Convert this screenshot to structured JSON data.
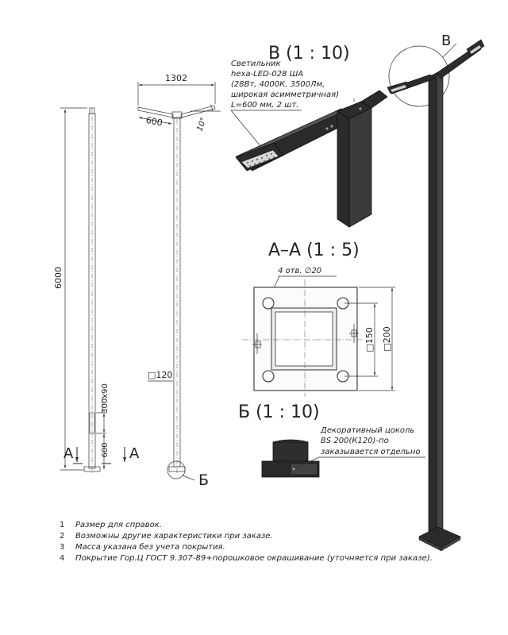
{
  "views": {
    "detail_b_top": "В (1 : 10)",
    "section_a": "А–А (1 : 5)",
    "detail_b_bottom": "Б (1 : 10)"
  },
  "labels": {
    "marker_b_cyr": "Б",
    "marker_a_left": "А",
    "marker_a_right": "А",
    "marker_v": "В"
  },
  "dimensions": {
    "span": "1302",
    "arm": "600",
    "angle": "10°",
    "height": "6000",
    "pole_section": "□120",
    "hatch": "300х90",
    "base_offset": "600",
    "holes": "4 отв. ∅20",
    "inner": "□150",
    "outer": "□200"
  },
  "luminaire": {
    "line1": "Светильник",
    "line2": "hexa-LED-028 ША",
    "line3": "(28Вт, 4000К, 3500Лм,",
    "line4": "широкая асимметричная)",
    "line5": "L=600 мм, 2 шт."
  },
  "plinth": {
    "line1": "Декоративный цоколь",
    "line2": "BS 200(К120)-по",
    "line3": "заказывается отдельно"
  },
  "notes": [
    {
      "num": "1",
      "text": "Размер для справок."
    },
    {
      "num": "2",
      "text": "Возможны другие характеристики при заказе."
    },
    {
      "num": "3",
      "text": "Масса указана без учета покрытия."
    },
    {
      "num": "4",
      "text": "Покрытие Гор.Ц ГОСТ 9.307-89+порошковое окрашивание (уточняется при заказе)."
    }
  ]
}
